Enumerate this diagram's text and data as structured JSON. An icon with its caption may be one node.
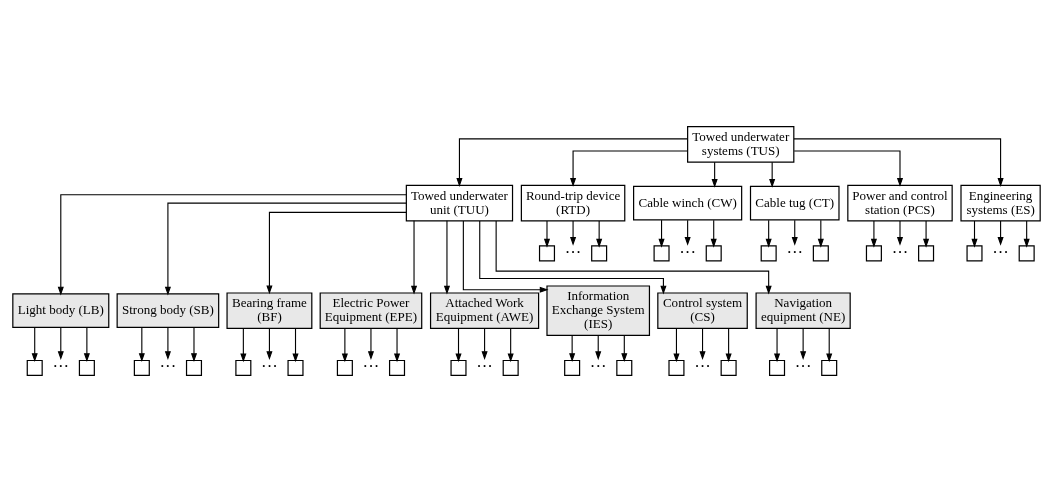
{
  "diagram": {
    "nodes": [
      {
        "text": [
          "Towed underwater systems (TUS)"
        ]
      },
      {
        "text": [
          "Towed underwater unit (TUU)"
        ]
      },
      {
        "text": [
          "Round-trip device (RTD)"
        ]
      },
      {
        "text": [
          "Cable winch (CW)"
        ]
      },
      {
        "text": [
          "Cable tug (CT)"
        ]
      },
      {
        "text": [
          "Power and control station (PCS)"
        ]
      },
      {
        "text": [
          "Engineering systems (ES)"
        ]
      },
      {
        "text": [],
        "shape": "box"
      },
      {
        "text": [
          "···"
        ]
      },
      {
        "text": [],
        "shape": "box"
      },
      {
        "text": [],
        "shape": "box"
      },
      {
        "text": [
          "···"
        ]
      },
      {
        "text": [],
        "shape": "box"
      },
      {
        "text": [],
        "shape": "box"
      },
      {
        "text": [
          "···"
        ]
      },
      {
        "text": [],
        "shape": "box"
      },
      {
        "text": [],
        "shape": "box"
      },
      {
        "text": [
          "···"
        ]
      },
      {
        "text": [],
        "shape": "box"
      },
      {
        "text": [],
        "shape": "box"
      },
      {
        "text": [
          "···"
        ]
      },
      {
        "text": [],
        "shape": "box"
      },
      {
        "text": [
          "Light body (LB)"
        ]
      },
      {
        "text": [
          "Strong body (SB)"
        ]
      },
      {
        "text": [
          "Bearing frame (BF)"
        ]
      },
      {
        "text": [
          "Electric Power Equipment (EPE)"
        ]
      },
      {
        "text": [
          "Attached Work Equipment (AWE)"
        ]
      },
      {
        "text": [
          "Information Exchange System (IES)"
        ]
      },
      {
        "text": [
          "Control system (CS)"
        ]
      },
      {
        "text": [
          "Navigation equipment (NE)"
        ]
      },
      {
        "text": [],
        "shape": "box"
      },
      {
        "text": [
          "···"
        ]
      },
      {
        "text": [],
        "shape": "box"
      },
      {
        "text": [],
        "shape": "box"
      },
      {
        "text": [
          "···"
        ]
      },
      {
        "text": [],
        "shape": "box"
      },
      {
        "text": [],
        "shape": "box"
      },
      {
        "text": [
          "···"
        ]
      },
      {
        "text": [],
        "shape": "box"
      },
      {
        "text": [],
        "shape": "box"
      },
      {
        "text": [
          "···"
        ]
      },
      {
        "text": [],
        "shape": "box"
      },
      {
        "text": [],
        "shape": "box"
      },
      {
        "text": [
          "···"
        ]
      },
      {
        "text": [],
        "shape": "box"
      },
      {
        "text": [],
        "shape": "box"
      },
      {
        "text": [
          "···"
        ]
      },
      {
        "text": [],
        "shape": "box"
      },
      {
        "text": [],
        "shape": "box"
      },
      {
        "text": [
          "···"
        ]
      },
      {
        "text": [],
        "shape": "box"
      },
      {
        "text": [],
        "shape": "box"
      },
      {
        "text": [
          "···"
        ]
      },
      {
        "text": [],
        "shape": "box"
      }
    ],
    "edges": [
      {
        "from": 0,
        "to": 1,
        "arrow": "to"
      },
      {
        "from": 0,
        "to": 2,
        "arrow": "to"
      },
      {
        "from": 0,
        "to": 3,
        "arrow": "to"
      },
      {
        "from": 0,
        "to": 4,
        "arrow": "to"
      },
      {
        "from": 0,
        "to": 5,
        "arrow": "to"
      },
      {
        "from": 0,
        "to": 6,
        "arrow": "to"
      },
      {
        "from": 2,
        "to": 7,
        "arrow": "to"
      },
      {
        "from": 2,
        "to": 8,
        "arrow": "to"
      },
      {
        "from": 2,
        "to": 9,
        "arrow": "to"
      },
      {
        "from": 3,
        "to": 10,
        "arrow": "to"
      },
      {
        "from": 3,
        "to": 11,
        "arrow": "to"
      },
      {
        "from": 3,
        "to": 12,
        "arrow": "to"
      },
      {
        "from": 4,
        "to": 13,
        "arrow": "to"
      },
      {
        "from": 4,
        "to": 14,
        "arrow": "to"
      },
      {
        "from": 4,
        "to": 15,
        "arrow": "to"
      },
      {
        "from": 5,
        "to": 16,
        "arrow": "to"
      },
      {
        "from": 5,
        "to": 17,
        "arrow": "to"
      },
      {
        "from": 5,
        "to": 18,
        "arrow": "to"
      },
      {
        "from": 6,
        "to": 19,
        "arrow": "to"
      },
      {
        "from": 6,
        "to": 20,
        "arrow": "to"
      },
      {
        "from": 6,
        "to": 21,
        "arrow": "to"
      },
      {
        "from": 1,
        "to": 22,
        "arrow": "to"
      },
      {
        "from": 1,
        "to": 23,
        "arrow": "to"
      },
      {
        "from": 1,
        "to": 24,
        "arrow": "to"
      },
      {
        "from": 1,
        "to": 25,
        "arrow": "to"
      },
      {
        "from": 1,
        "to": 26,
        "arrow": "to"
      },
      {
        "from": 1,
        "to": 27,
        "arrow": "to"
      },
      {
        "from": 1,
        "to": 28,
        "arrow": "to"
      },
      {
        "from": 1,
        "to": 29,
        "arrow": "to"
      },
      {
        "from": 22,
        "to": 30,
        "arrow": "to"
      },
      {
        "from": 22,
        "to": 31,
        "arrow": "to"
      },
      {
        "from": 22,
        "to": 32,
        "arrow": "to"
      },
      {
        "from": 23,
        "to": 33,
        "arrow": "to"
      },
      {
        "from": 23,
        "to": 34,
        "arrow": "to"
      },
      {
        "from": 23,
        "to": 35,
        "arrow": "to"
      },
      {
        "from": 24,
        "to": 36,
        "arrow": "to"
      },
      {
        "from": 24,
        "to": 37,
        "arrow": "to"
      },
      {
        "from": 24,
        "to": 38,
        "arrow": "to"
      },
      {
        "from": 25,
        "to": 39,
        "arrow": "to"
      },
      {
        "from": 25,
        "to": 40,
        "arrow": "to"
      },
      {
        "from": 25,
        "to": 41,
        "arrow": "to"
      },
      {
        "from": 26,
        "to": 42,
        "arrow": "to"
      },
      {
        "from": 26,
        "to": 43,
        "arrow": "to"
      },
      {
        "from": 26,
        "to": 44,
        "arrow": "to"
      },
      {
        "from": 27,
        "to": 45,
        "arrow": "to"
      },
      {
        "from": 27,
        "to": 46,
        "arrow": "to"
      },
      {
        "from": 27,
        "to": 47,
        "arrow": "to"
      },
      {
        "from": 28,
        "to": 48,
        "arrow": "to"
      },
      {
        "from": 28,
        "to": 49,
        "arrow": "to"
      },
      {
        "from": 28,
        "to": 50,
        "arrow": "to"
      },
      {
        "from": 29,
        "to": 51,
        "arrow": "to"
      },
      {
        "from": 29,
        "to": 52,
        "arrow": "to"
      },
      {
        "from": 29,
        "to": 53,
        "arrow": "to"
      }
    ]
  }
}
